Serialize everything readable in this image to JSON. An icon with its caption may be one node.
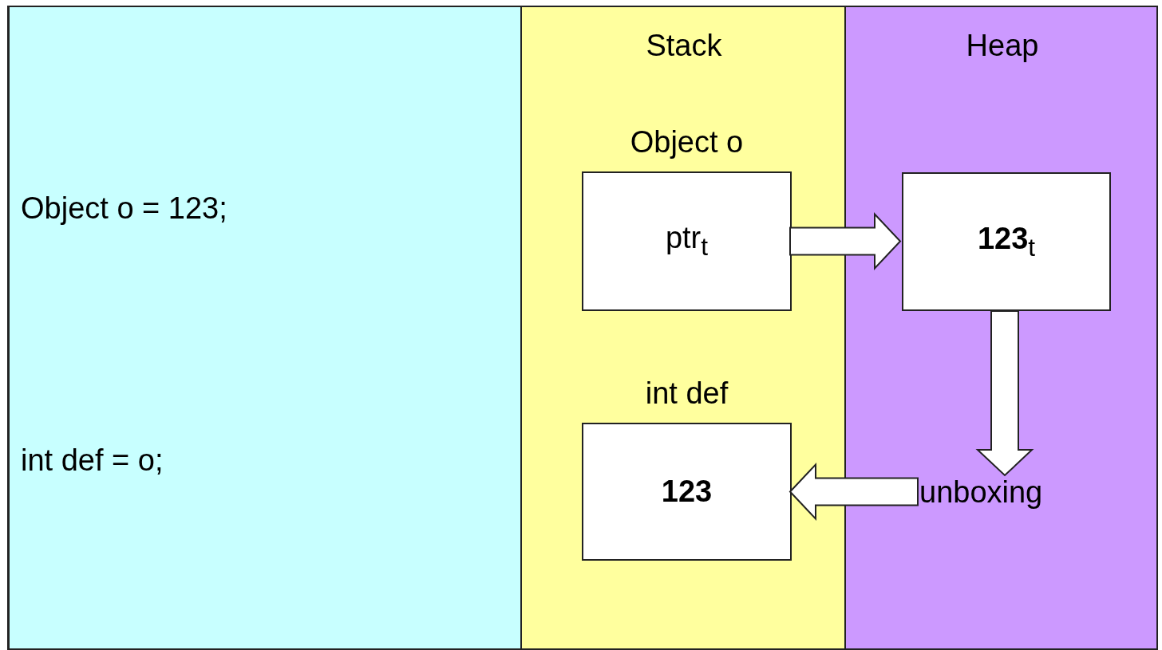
{
  "diagram": {
    "nodes": [
      {
        "text": [
          "Object o = 123;",
          "int def = o;"
        ]
      },
      {
        "text": [
          "Stack"
        ]
      },
      {
        "text": [
          "Heap"
        ]
      },
      {
        "text": [
          "Object o",
          "ptr$_{t}$"
        ],
        "in": 1
      },
      {
        "text": [
          "**123**$_{t}$"
        ],
        "in": 2
      },
      {
        "text": [
          "int def",
          "123"
        ],
        "in": 1
      },
      {
        "text": [
          "unboxing"
        ],
        "in": 2
      }
    ],
    "edges": [
      {
        "from": 3,
        "to": 4,
        "arrow": "to",
        "style": "thick"
      },
      {
        "from": 4,
        "to": 6,
        "arrow": "to",
        "style": "thick"
      },
      {
        "from": 6,
        "to": 5,
        "arrow": "to",
        "style": "thick"
      }
    ]
  }
}
